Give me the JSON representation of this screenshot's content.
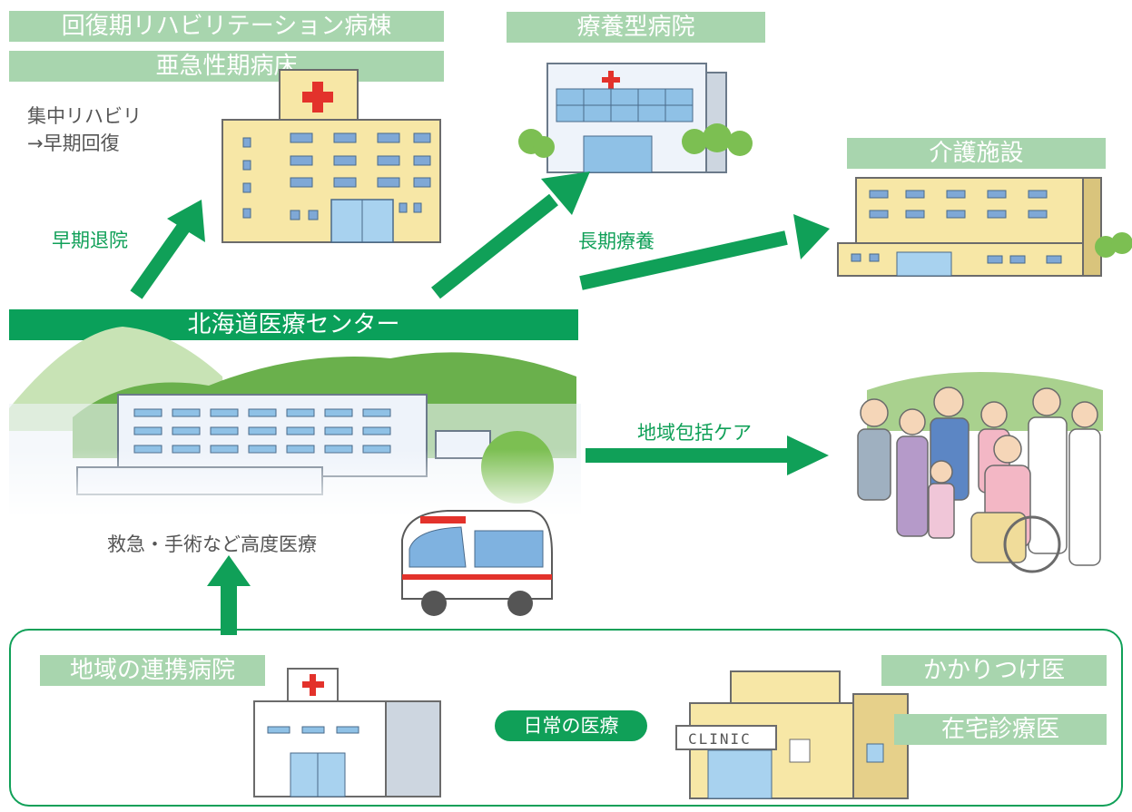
{
  "labels": {
    "rehab_ward": "回復期リハビリテーション病棟",
    "subacute_bed": "亜急性期病床",
    "longterm_hospital": "療養型病院",
    "care_facility": "介護施設",
    "main_center": "北海道医療センター",
    "partner_hospital": "地域の連携病院",
    "family_doctor": "かかりつけ医",
    "home_care_doctor": "在宅診療医",
    "daily_care_pill": "日常の医療"
  },
  "notes": {
    "intensive_rehab_line1": "集中リハビリ",
    "intensive_rehab_line2": "→早期回復",
    "early_discharge": "早期退院",
    "long_term_care": "長期療養",
    "community_care": "地域包括ケア",
    "advanced_care": "救急・手術など高度医療"
  },
  "clinic_sign": "CLINIC",
  "colors": {
    "arrow_green": "#10a058",
    "label_green": "#a8d5ae",
    "center_bar": "#0aa05a",
    "cross_red": "#e3322b"
  }
}
